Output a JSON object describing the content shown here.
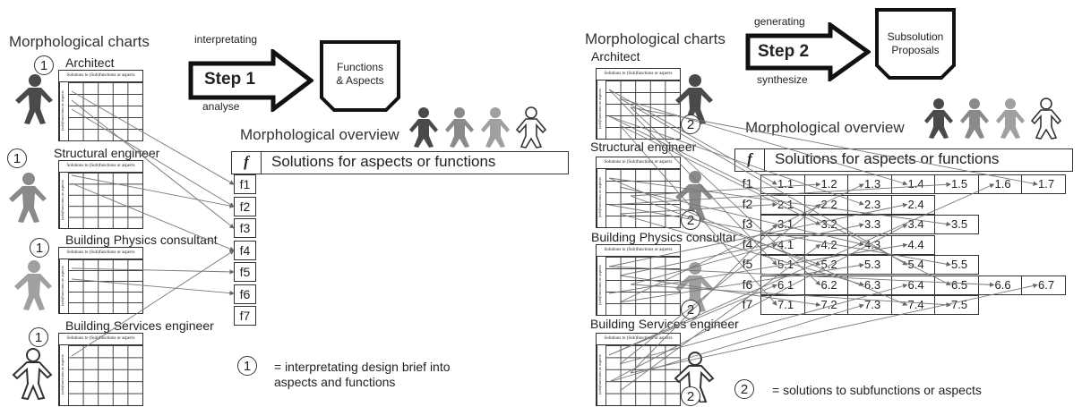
{
  "left": {
    "title": "Morphological charts",
    "step": {
      "top_label": "interpretating",
      "label": "Step 1",
      "bottom_label": "analyse",
      "box": [
        "Functions",
        "& Aspects"
      ]
    },
    "overview_title": "Morphological overview",
    "overview_f": "f",
    "overview_header": "Solutions for aspects or functions",
    "functions": [
      "f1",
      "f2",
      "f3",
      "f4",
      "f5",
      "f6",
      "f7"
    ],
    "roles": [
      "Architect",
      "Structural engineer",
      "Building Physics consultant",
      "Building Services engineer"
    ],
    "badge": "1",
    "legend_num": "1",
    "legend_line1": "= interpretating design brief into",
    "legend_line2": "aspects and functions"
  },
  "right": {
    "title": "Morphological charts",
    "step": {
      "top_label": "generating",
      "label": "Step 2",
      "bottom_label": "synthesize",
      "box": [
        "Subsolution",
        "Proposals"
      ]
    },
    "overview_title": "Morphological overview",
    "overview_f": "f",
    "overview_header": "Solutions for aspects or functions",
    "functions": [
      "f1",
      "f2",
      "f3",
      "f4",
      "f5",
      "f6",
      "f7"
    ],
    "rows": [
      [
        "1.1",
        "1.2",
        "1.3",
        "1.4",
        "1.5",
        "1.6",
        "1.7"
      ],
      [
        "2.1",
        "2.2",
        "2.3",
        "2.4"
      ],
      [
        "3.1",
        "3.2",
        "3.3",
        "3.4",
        "3.5"
      ],
      [
        "4.1",
        "4.2",
        "4.3",
        "4.4"
      ],
      [
        "5.1",
        "5.2",
        "5.3",
        "5.4",
        "5.5"
      ],
      [
        "6.1",
        "6.2",
        "6.3",
        "6.4",
        "6.5",
        "6.6",
        "6.7"
      ],
      [
        "7.1",
        "7.2",
        "7.3",
        "7.4",
        "7.5"
      ]
    ],
    "roles": [
      "Architect",
      "Structural engineer",
      "Building Physics consultant",
      "Building Services engineer"
    ],
    "badge": "2",
    "legend_num": "2",
    "legend_text": "= solutions to subfunctions or aspects"
  },
  "mini_chart": {
    "header": "Solutions to (Sub)functions or aspects",
    "side": "(sub)functions or aspects"
  },
  "colors": {
    "figure_dark": "#4a4a4a",
    "figure_mid": "#8a8a8a",
    "figure_light": "#b0b0b0",
    "arrow": "#666666"
  }
}
